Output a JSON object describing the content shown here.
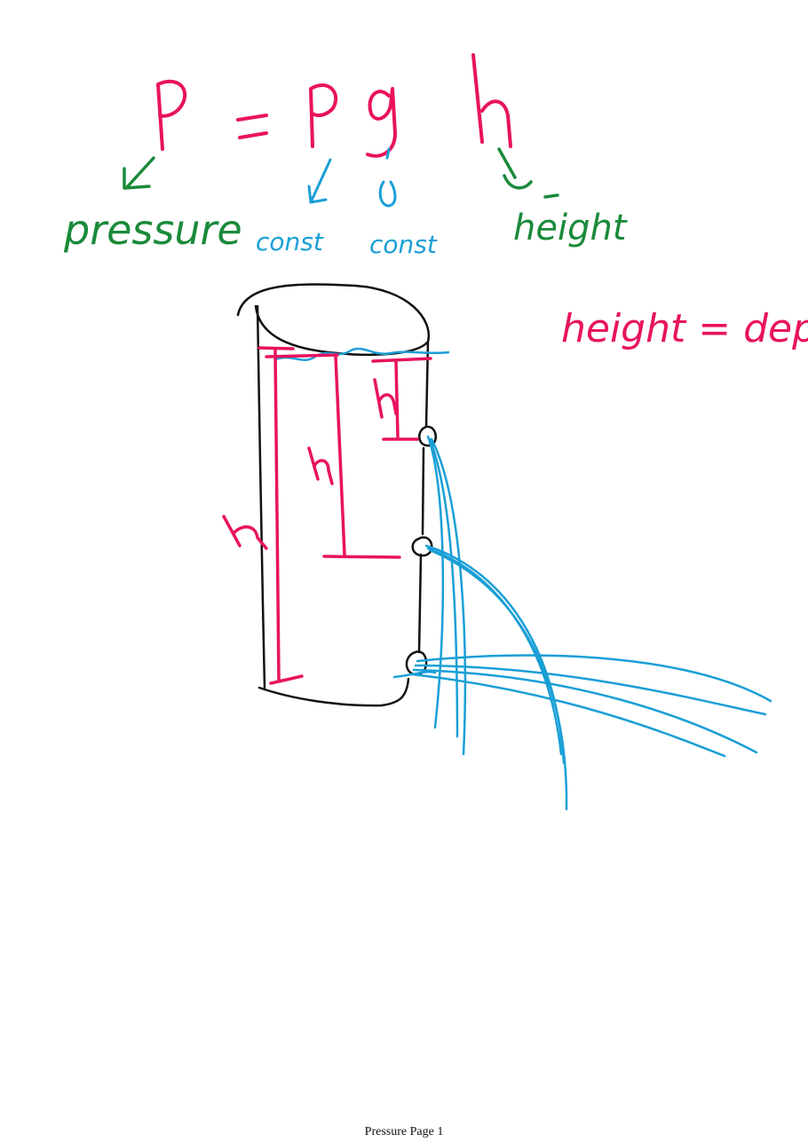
{
  "colors": {
    "pink": "#e8135f",
    "green": "#1a8a3a",
    "blue": "#1a9fd6",
    "ink": "#111111"
  },
  "formula": {
    "lhs": "P",
    "equals": "=",
    "rho": "ρ",
    "g": "g",
    "h": "h"
  },
  "labels": {
    "pressure": "pressure",
    "const_rho": "const",
    "const_g": "const",
    "height": "height"
  },
  "note": "height = depth",
  "diagram": {
    "h_top": "h",
    "h_middle": "h",
    "h_bottom": "h"
  },
  "footer": "Pressure Page 1"
}
